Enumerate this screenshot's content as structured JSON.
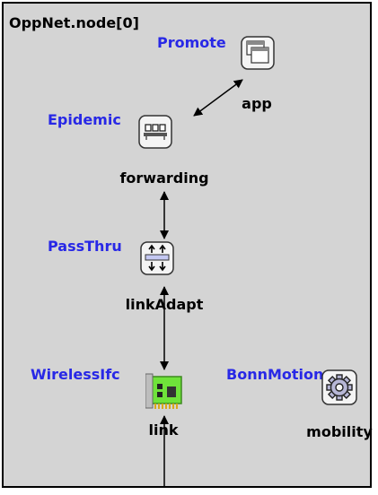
{
  "network": {
    "title": "OppNet.node[0]"
  },
  "modules": {
    "app": {
      "type": "Promote",
      "name": "app",
      "icon": "window-icon"
    },
    "forwarding": {
      "type": "Epidemic",
      "name": "forwarding",
      "icon": "queue-icon"
    },
    "linkAdapt": {
      "type": "PassThru",
      "name": "linkAdapt",
      "icon": "passthrough-icon"
    },
    "link": {
      "type": "WirelessIfc",
      "name": "link",
      "icon": "network-card-icon"
    },
    "mobility": {
      "type": "BonnMotion",
      "name": "mobility",
      "icon": "gear-icon"
    }
  },
  "colors": {
    "background": "#d4d4d4",
    "type_label": "#2828e6",
    "name_label": "#000000",
    "border": "#000000"
  }
}
